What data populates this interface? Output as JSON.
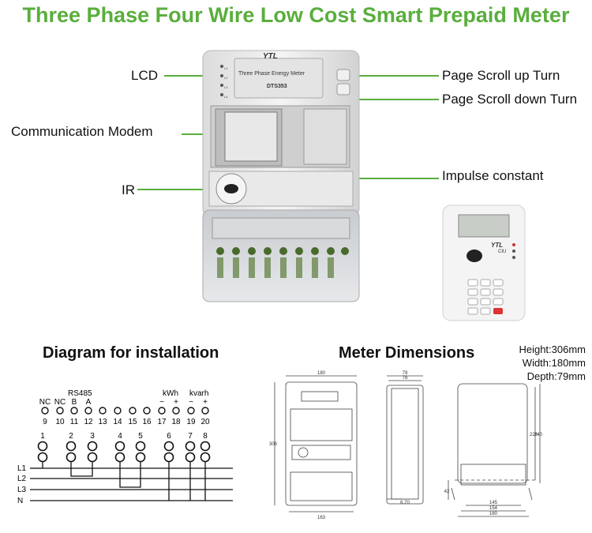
{
  "title": "Three Phase Four Wire Low Cost Smart Prepaid Meter",
  "callouts": {
    "lcd": "LCD",
    "comm_modem": "Communication Modem",
    "ir": "IR",
    "page_up": "Page Scroll up Turn",
    "page_down": "Page Scroll down Turn",
    "impulse": "Impulse constant"
  },
  "meter": {
    "brand": "YTL",
    "lcd_text": "Three Phase Energy Meter",
    "model": "DTS353",
    "indicator_labels": [
      "L1",
      "L2",
      "L3",
      "L4"
    ]
  },
  "keypad_meter": {
    "brand": "YTL",
    "label": "CIU"
  },
  "installation": {
    "heading": "Diagram for installation",
    "group_labels": {
      "rs485": "RS485",
      "kwh": "kWh",
      "kvarh": "kvarh"
    },
    "top_labels": [
      "NC",
      "NC",
      "B",
      "A",
      "",
      "",
      "",
      "",
      "−",
      "+",
      "−",
      "+"
    ],
    "top_numbers": [
      "9",
      "10",
      "11",
      "12",
      "13",
      "14",
      "15",
      "16",
      "17",
      "18",
      "19",
      "20"
    ],
    "bottom_numbers": [
      "1",
      "2",
      "3",
      "4",
      "5",
      "6",
      "7",
      "8"
    ],
    "lines": [
      "L1",
      "L2",
      "L3",
      "N"
    ]
  },
  "dimensions": {
    "heading": "Meter Dimensions",
    "height": "Height:306mm",
    "width": "Width:180mm",
    "depth": "Depth:79mm",
    "front_width": "180",
    "front_height": "306",
    "bottom_width": "163",
    "side_top_1": "79",
    "side_top_2": "78",
    "side_bottom": "6.70",
    "back_dim_1": "145",
    "back_dim_2": "154",
    "back_dim_3": "160",
    "back_dim_left": "42",
    "back_dim_right_1": "226",
    "back_dim_right_2": "240"
  }
}
